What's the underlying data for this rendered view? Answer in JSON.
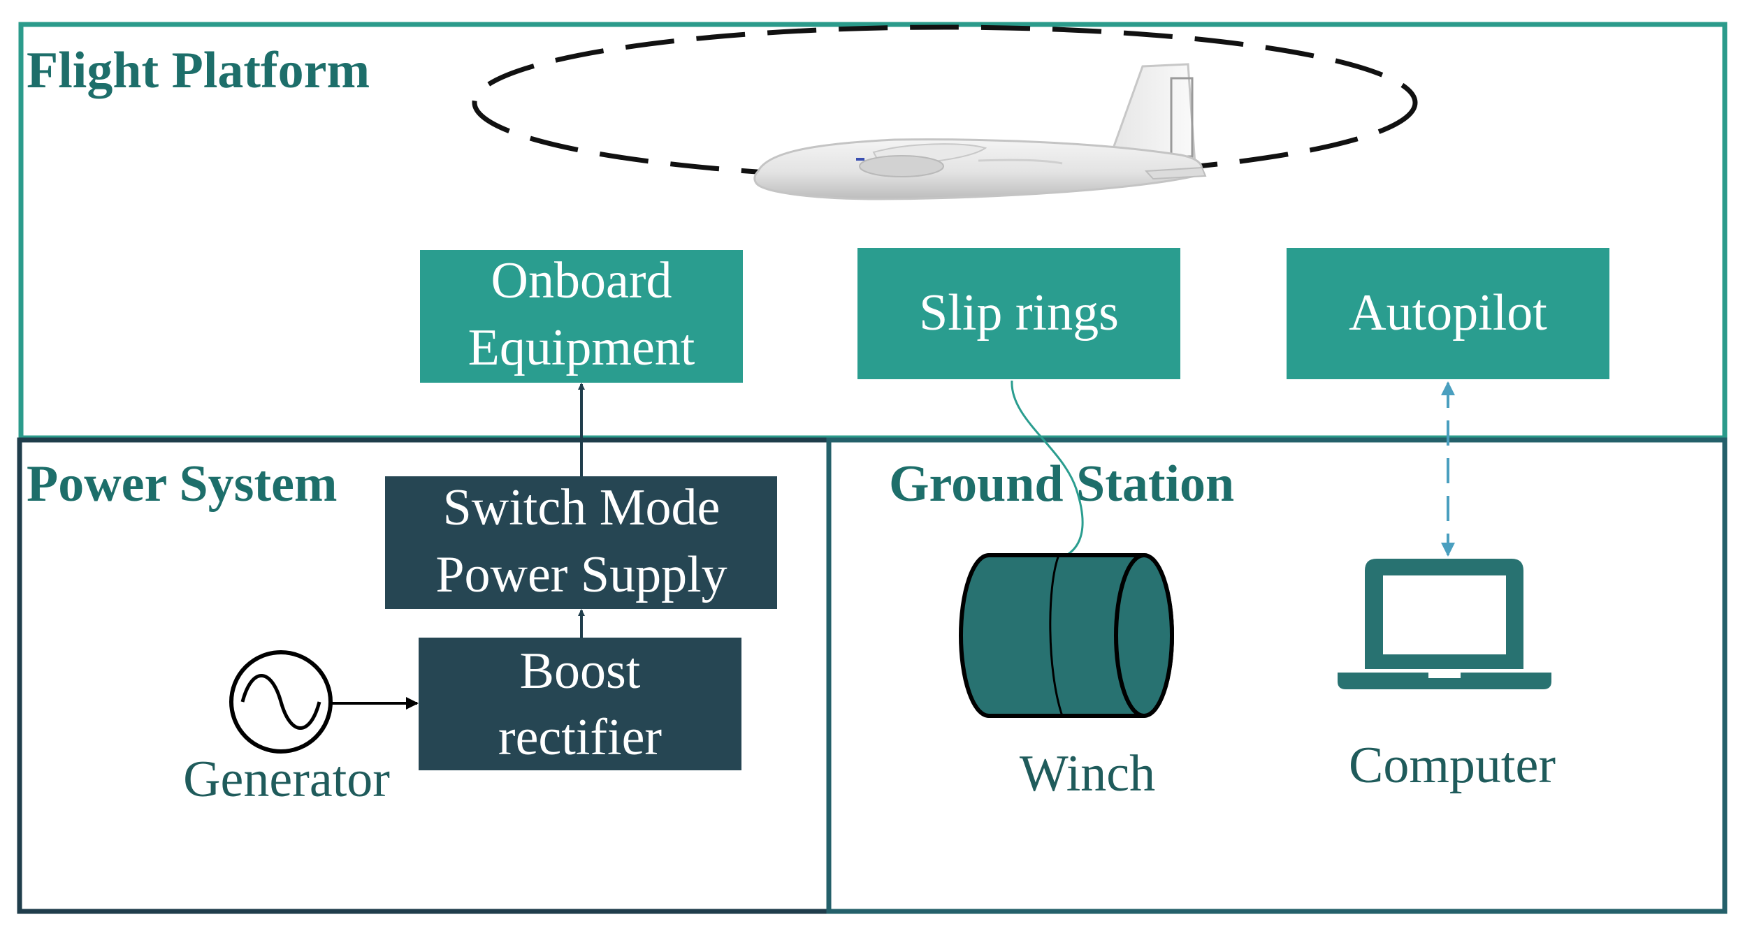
{
  "sections": {
    "flight_platform": {
      "title": "Flight Platform"
    },
    "power_system": {
      "title": "Power System"
    },
    "ground_station": {
      "title": "Ground Station"
    }
  },
  "boxes": {
    "onboard_equipment": {
      "line1": "Onboard",
      "line2": "Equipment"
    },
    "slip_rings": {
      "label": "Slip rings"
    },
    "autopilot": {
      "label": "Autopilot"
    },
    "smps": {
      "line1": "Switch Mode",
      "line2": "Power Supply"
    },
    "boost_rectifier": {
      "line1": "Boost",
      "line2": "rectifier"
    }
  },
  "components": {
    "generator": {
      "label": "Generator"
    },
    "winch": {
      "label": "Winch"
    },
    "computer": {
      "label": "Computer"
    }
  },
  "colors": {
    "flight_border": "#2b9b8b",
    "ground_border": "#24606a",
    "power_border": "#1f3d4b",
    "teal_box": "#2a9d8f",
    "dark_box": "#264653",
    "winch_fill": "#287271",
    "title_text": "#1d6e6a"
  }
}
